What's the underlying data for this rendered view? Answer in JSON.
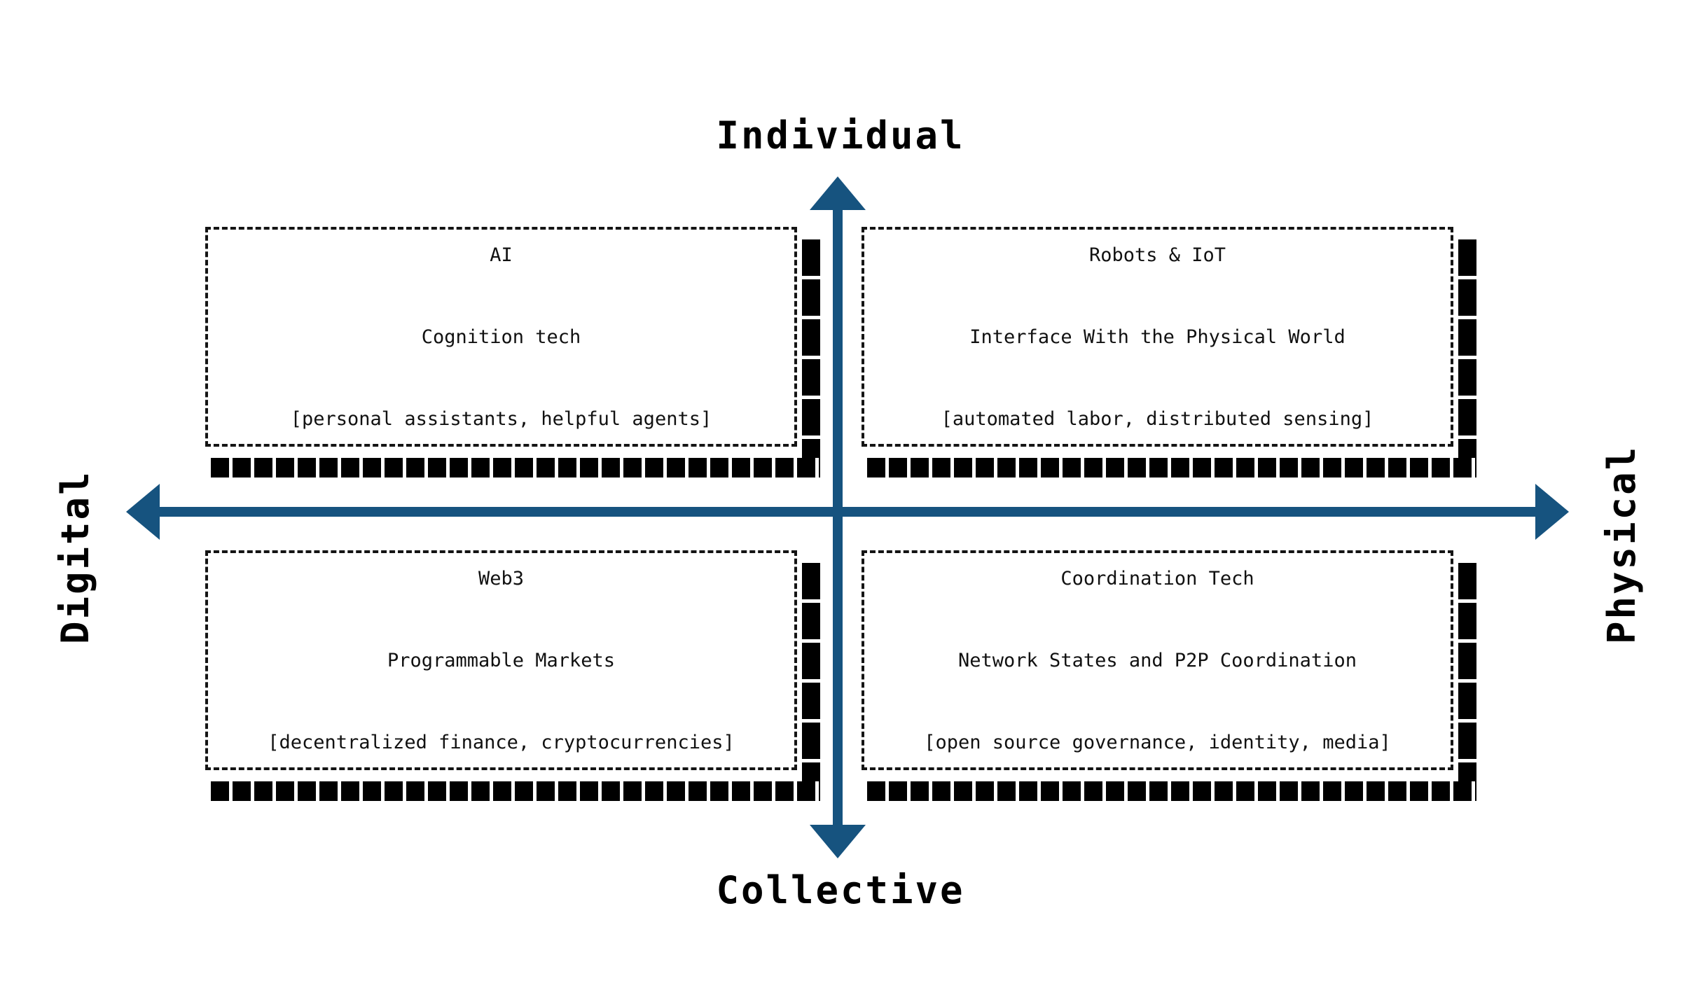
{
  "diagram": {
    "title": "Technology Landscape Quadrant",
    "accent_color": "#16537f",
    "text_color": "#111111",
    "border_color": "#141414",
    "background": "#ffffff"
  },
  "axes": {
    "vertical": {
      "top_label": "Individual",
      "bottom_label": "Collective",
      "arrow_up": "arrow-up-icon",
      "arrow_down": "arrow-down-icon"
    },
    "horizontal": {
      "left_label": "Digital",
      "right_label": "Physical",
      "arrow_left": "arrow-left-icon",
      "arrow_right": "arrow-right-icon"
    }
  },
  "quadrants": [
    {
      "position": "top-left",
      "axis_x": "Digital",
      "axis_y": "Individual",
      "title": "AI",
      "subtitle": "Cognition tech",
      "examples": "[personal assistants, helpful agents]"
    },
    {
      "position": "top-right",
      "axis_x": "Physical",
      "axis_y": "Individual",
      "title": "Robots & IoT",
      "subtitle": "Interface With the Physical World",
      "examples": "[automated labor, distributed sensing]"
    },
    {
      "position": "bottom-left",
      "axis_x": "Digital",
      "axis_y": "Collective",
      "title": "Web3",
      "subtitle": "Programmable Markets",
      "examples": "[decentralized finance, cryptocurrencies]"
    },
    {
      "position": "bottom-right",
      "axis_x": "Physical",
      "axis_y": "Collective",
      "title": "Coordination Tech",
      "subtitle": "Network States and P2P Coordination",
      "examples": "[open source governance, identity, media]"
    }
  ],
  "chart_data": {
    "type": "table",
    "title": "Technology Landscape Quadrant",
    "xlabel": "Digital ↔ Physical",
    "ylabel": "Collective ↔ Individual",
    "categories": [
      "Digital / Individual",
      "Physical / Individual",
      "Digital / Collective",
      "Physical / Collective"
    ],
    "values": [
      {
        "quadrant": "Digital / Individual",
        "name": "AI",
        "descriptor": "Cognition tech",
        "examples": "[personal assistants, helpful agents]"
      },
      {
        "quadrant": "Physical / Individual",
        "name": "Robots & IoT",
        "descriptor": "Interface With the Physical World",
        "examples": "[automated labor, distributed sensing]"
      },
      {
        "quadrant": "Digital / Collective",
        "name": "Web3",
        "descriptor": "Programmable Markets",
        "examples": "[decentralized finance, cryptocurrencies]"
      },
      {
        "quadrant": "Physical / Collective",
        "name": "Coordination Tech",
        "descriptor": "Network States and P2P Coordination",
        "examples": "[open source governance, identity, media]"
      }
    ],
    "grid": false,
    "legend": "none"
  }
}
